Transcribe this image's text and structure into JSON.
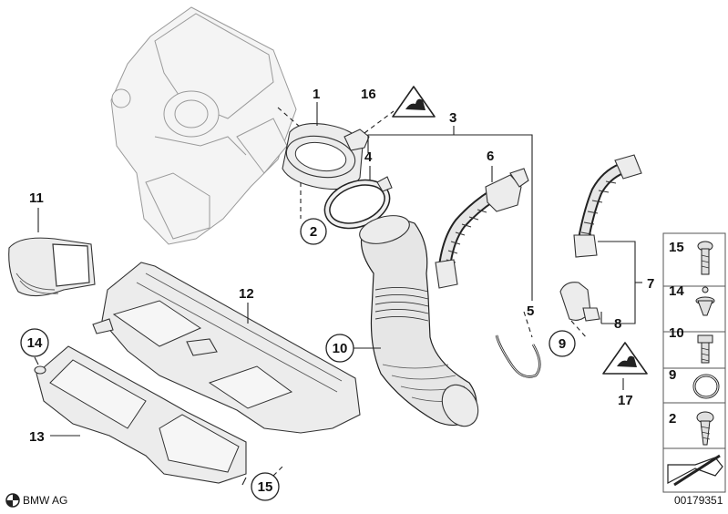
{
  "callouts": {
    "c1": "1",
    "c2": "2",
    "c3": "3",
    "c4": "4",
    "c5": "5",
    "c6": "6",
    "c7": "7",
    "c8": "8",
    "c9": "9",
    "c10": "10",
    "c11": "11",
    "c12": "12",
    "c13": "13",
    "c14": "14",
    "c15": "15",
    "c16": "16",
    "c17": "17"
  },
  "side_panel": {
    "items": [
      "15",
      "14",
      "10",
      "9",
      "2"
    ]
  },
  "footer": {
    "brand": "BMW AG",
    "diagram_number": "00179351"
  }
}
